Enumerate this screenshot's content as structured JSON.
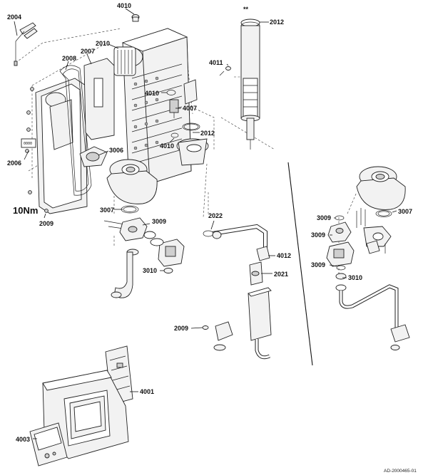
{
  "diagram": {
    "callouts": {
      "c2004": "2004",
      "c4010_top": "4010",
      "c2012_top": "2012",
      "c2008": "2008",
      "c2007": "2007",
      "c2010": "2010",
      "c4011": "4011",
      "c4010_mid": "4010",
      "c4007": "4007",
      "c2012_mid": "2012",
      "c4010_low": "4010",
      "c3006": "3006",
      "c2006": "2006",
      "c3007_left": "3007",
      "c3009_left": "3009",
      "c2009_top": "2009",
      "c2022": "2022",
      "c4012": "4012",
      "c3010_left": "3010",
      "c2021": "2021",
      "c2009_low": "2009",
      "c4001": "4001",
      "c4003": "4003",
      "c3009_r1": "3009",
      "c3007_right": "3007",
      "c3009_r2": "3009",
      "c3009_r3": "3009",
      "c3010_right": "3010"
    },
    "torque_label": "10Nm",
    "asterisks": "**",
    "reference_code": "AD-2000465-01",
    "component_stamp": "0000"
  }
}
